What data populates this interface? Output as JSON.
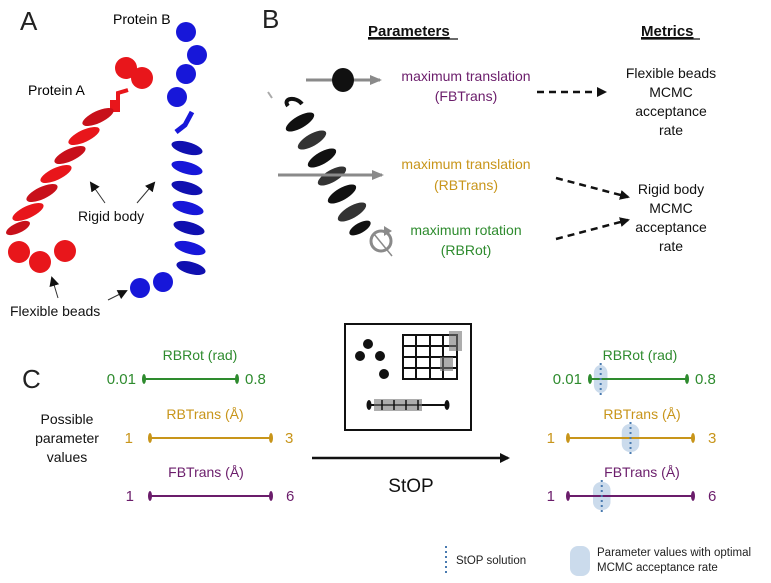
{
  "panel_a": {
    "letter": "A",
    "protein_a": "Protein A",
    "protein_b": "Protein B",
    "rigid_body": "Rigid body",
    "flexible_beads": "Flexible beads",
    "colors": {
      "protein_a": "#e8161b",
      "protein_b": "#1717d9"
    }
  },
  "panel_b": {
    "letter": "B",
    "parameters_header": "Parameters",
    "metrics_header": "Metrics",
    "fbtrans_line1": "maximum translation",
    "fbtrans_line2": "(FBTrans)",
    "rbtrans_line1": "maximum translation",
    "rbtrans_line2": "(RBTrans)",
    "rbrot_line1": "maximum rotation",
    "rbrot_line2": "(RBRot)",
    "metric1": [
      "Flexible beads",
      "MCMC",
      "acceptance",
      "rate"
    ],
    "metric2": [
      "Rigid body",
      "MCMC",
      "acceptance",
      "rate"
    ],
    "colors": {
      "fbtrans": "#6b1d6b",
      "rbtrans": "#c8951a",
      "rbrot": "#2e8b2e"
    }
  },
  "panel_c": {
    "letter": "C",
    "possible_label": [
      "Possible",
      "parameter",
      "values"
    ],
    "method": "StOP",
    "ranges": [
      {
        "name": "RBRot (rad)",
        "min": "0.01",
        "max": "0.8",
        "color": "#2e8b2e",
        "solution_frac": 0.11,
        "optimal_frac": [
          0.04,
          0.18
        ]
      },
      {
        "name": "RBTrans (Å)",
        "min": "1",
        "max": "3",
        "color": "#c8951a",
        "solution_frac": 0.5,
        "optimal_frac": [
          0.43,
          0.57
        ]
      },
      {
        "name": "FBTrans (Å)",
        "min": "1",
        "max": "6",
        "color": "#6b1d6b",
        "solution_frac": 0.27,
        "optimal_frac": [
          0.2,
          0.34
        ]
      }
    ],
    "legend": {
      "solution": "StOP solution",
      "optimal_line1": "Parameter values with optimal",
      "optimal_line2": "MCMC acceptance rate"
    }
  }
}
